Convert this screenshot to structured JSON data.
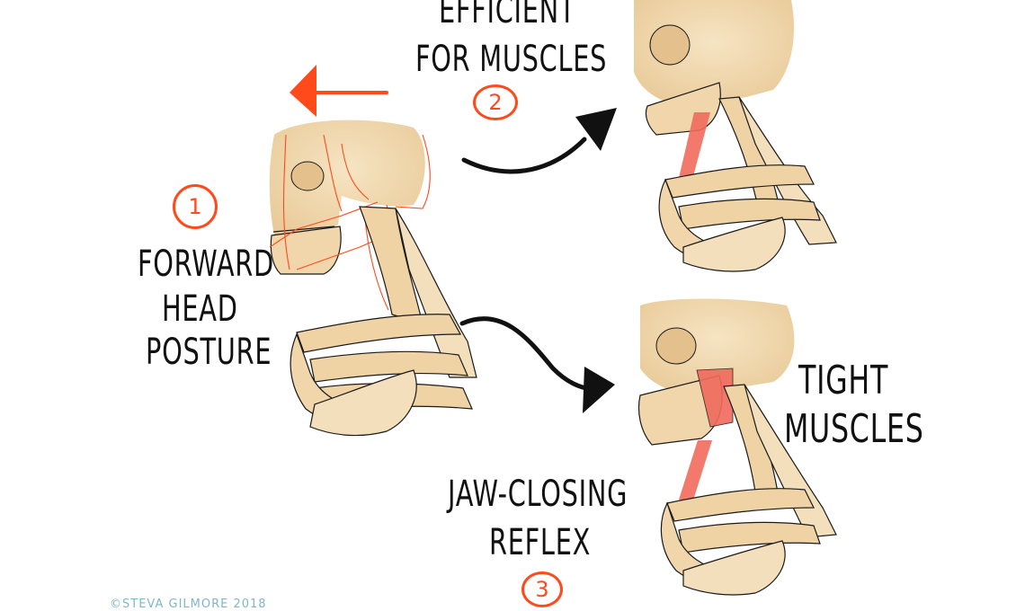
{
  "colors": {
    "bone": "#f2dcb4",
    "bone_shadow": "#e7c796",
    "outline": "#1a1a1a",
    "accent_red": "#ff4a1c",
    "muscle": "#f16a5c",
    "arrow": "#111111",
    "credit": "#7fb7c4"
  },
  "top_caption": {
    "line1": "EFFICIENT",
    "line2": "FOR MUSCLES",
    "number": "2"
  },
  "left_caption": {
    "number": "1",
    "line1": "FORWARD",
    "line2": "HEAD",
    "line3": "POSTURE"
  },
  "right_caption": {
    "line1": "TIGHT",
    "line2": "MUSCLES"
  },
  "bottom_caption": {
    "line1": "JAW-CLOSING",
    "line2": "REFLEX",
    "number": "3"
  },
  "credit": "©STEVA GILMORE 2018",
  "icons": {
    "direction_arrow": "left-arrow-icon",
    "flow_arrows": "curved-arrow-icon"
  }
}
